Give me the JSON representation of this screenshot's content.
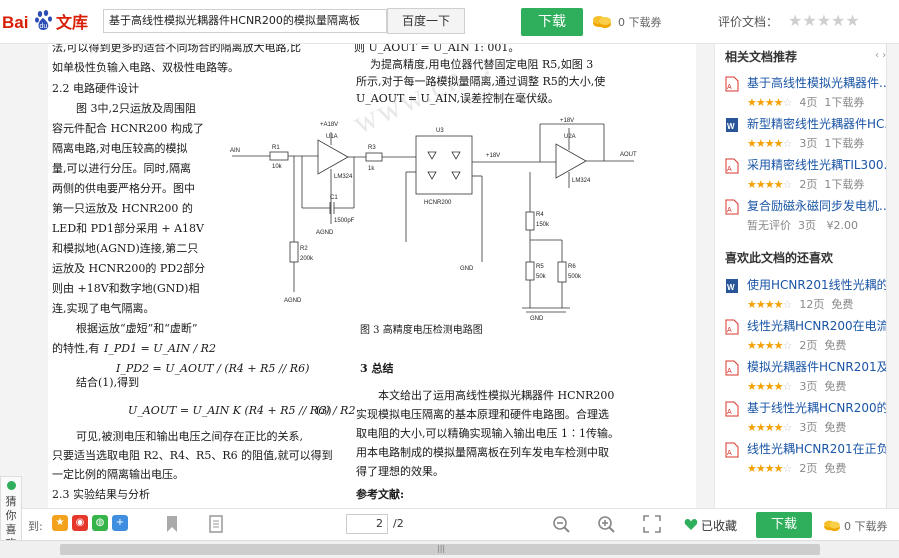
{
  "header": {
    "logo_text": "Bai du 文库",
    "search_value": "基于高线性模拟光耦器件HCNR200的模拟量隔离板",
    "search_button": "百度一下",
    "download_label": "下载",
    "coupon_text": "0 下载券",
    "rating_label": "评价文档：",
    "rating_stars": "★★★★★",
    "brand_color": "#2fae5b"
  },
  "doc": {
    "watermark": "www.cn...",
    "left_col": [
      "法,可以得到更多的适合不同场合的隔离放大电路,比",
      "如单极性负输入电路、双极性电路等。",
      "2.2   电路硬件设计",
      "图 3中,2只运放及周围阻",
      "容元件配合 HCNR200 构成了",
      "隔离电路,对电压较高的模拟",
      "量,可以进行分压。同时,隔离",
      "两侧的供电要严格分开。图中",
      "第一只运放及 HCNR200 的",
      "LED和 PD1部分采用 + A18V",
      "和模拟地(AGND)连接,第二只",
      "运放及 HCNR200的 PD2部分",
      "则由 +18V和数字地(GND)相",
      "连,实现了电气隔离。",
      "根据运放“虚短”和“虚断”",
      "的特性,有"
    ],
    "eq1": "I_PD1 = U_AIN / R2",
    "eq2": "I_PD2 = U_AOUT / (R4 + R5 // R6)",
    "combine": "结合(1),得到",
    "eq3": "U_AOUT = U_AIN K (R4 + R5 // R6) / R2",
    "eq3_num": "(3)",
    "left_col2": [
      "可见,被测电压和输出电压之间存在正比的关系,",
      "只要适当选取电阻 R2、R4、R5、R6 的阻值,就可以得到",
      "一定比例的隔离输出电压。",
      "2.3   实验结果与分析"
    ],
    "right_top": [
      "则 U_AOUT = U_AIN 1: 001。",
      "为提高精度,用电位器代替固定电阻 R5,如图 3",
      "所示,对于每一路模拟量隔离,通过调整 R5的大小,使",
      "U_AOUT = U_AIN,误差控制在毫伏级。"
    ],
    "fig_caption": "图 3   高精度电压检测电路图",
    "section3": "3   总结",
    "right_bottom": [
      "本文给出了运用高线性模拟光耦器件 HCNR200",
      "实现模拟电压隔离的基本原理和硬件电路图。合理选",
      "取电阻的大小,可以精确实现输入输出电压 1∶1传输。",
      "用本电路制成的模拟量隔离板在列车发电车检测中取",
      "得了理想的效果。",
      "参考文献:"
    ],
    "circuit_labels": {
      "ain": "AIN",
      "r1": "R1",
      "r1v": "10k",
      "u1a": "U1A",
      "lm1": "LM324",
      "a18": "+A18V",
      "r3": "R3",
      "r3v": "1k",
      "c1": "C1",
      "c1v": "1500pF",
      "agnd": "AGND",
      "r2": "R2",
      "r2v": "200k",
      "u3": "U3",
      "hcnr": "HCNR200",
      "p18": "+18V",
      "u2a": "U2A",
      "lm2": "LM324",
      "aout": "AOUT",
      "r4": "R4",
      "r4v": "150k",
      "r5": "R5",
      "r5v": "50k",
      "r6": "R6",
      "r6v": "500k",
      "gnd": "GND"
    }
  },
  "sidebar": {
    "related_title": "相关文档推荐",
    "related": [
      {
        "title": "基于高线性模拟光耦器件...",
        "stars": "★★★★",
        "half": "☆",
        "pages": "4页",
        "stat": "1下载券",
        "icon": "pdf"
      },
      {
        "title": "新型精密线性光耦器件HC...",
        "stars": "★★★★",
        "half": "☆",
        "pages": "3页",
        "stat": "1下载券",
        "icon": "word"
      },
      {
        "title": "采用精密线性光耦TIL300...",
        "stars": "★★★★",
        "half": "☆",
        "pages": "2页",
        "stat": "1下载券",
        "icon": "pdf"
      },
      {
        "title": "复合励磁永磁同步发电机...",
        "stars": "暂无评价",
        "half": "",
        "pages": "3页",
        "stat": "¥2.00",
        "icon": "pdf"
      }
    ],
    "liked_title": "喜欢此文档的还喜欢",
    "liked": [
      {
        "title": "使用HCNR201线性光耦的...",
        "stars": "★★★★",
        "half": "☆",
        "pages": "12页",
        "stat": "免费",
        "icon": "word"
      },
      {
        "title": "线性光耦HCNR200在电流...",
        "stars": "★★★★",
        "half": "☆",
        "pages": "2页",
        "stat": "免费",
        "icon": "pdf"
      },
      {
        "title": "模拟光耦器件HCNR201及...",
        "stars": "★★★★",
        "half": "☆",
        "pages": "3页",
        "stat": "免费",
        "icon": "pdf"
      },
      {
        "title": "基于线性光耦HCNR200的...",
        "stars": "★★★★",
        "half": "☆",
        "pages": "3页",
        "stat": "免费",
        "icon": "pdf"
      },
      {
        "title": "线性光耦HCNR201在正负...",
        "stars": "★★★★",
        "half": "☆",
        "pages": "2页",
        "stat": "免费",
        "icon": "pdf"
      }
    ]
  },
  "bottom": {
    "guess_text": "猜你喜欢",
    "share_label": "到:",
    "page_current": "2",
    "page_total": "/2",
    "fav_label": "已收藏",
    "download_label": "下载",
    "coupon_text": "0 下载券"
  }
}
